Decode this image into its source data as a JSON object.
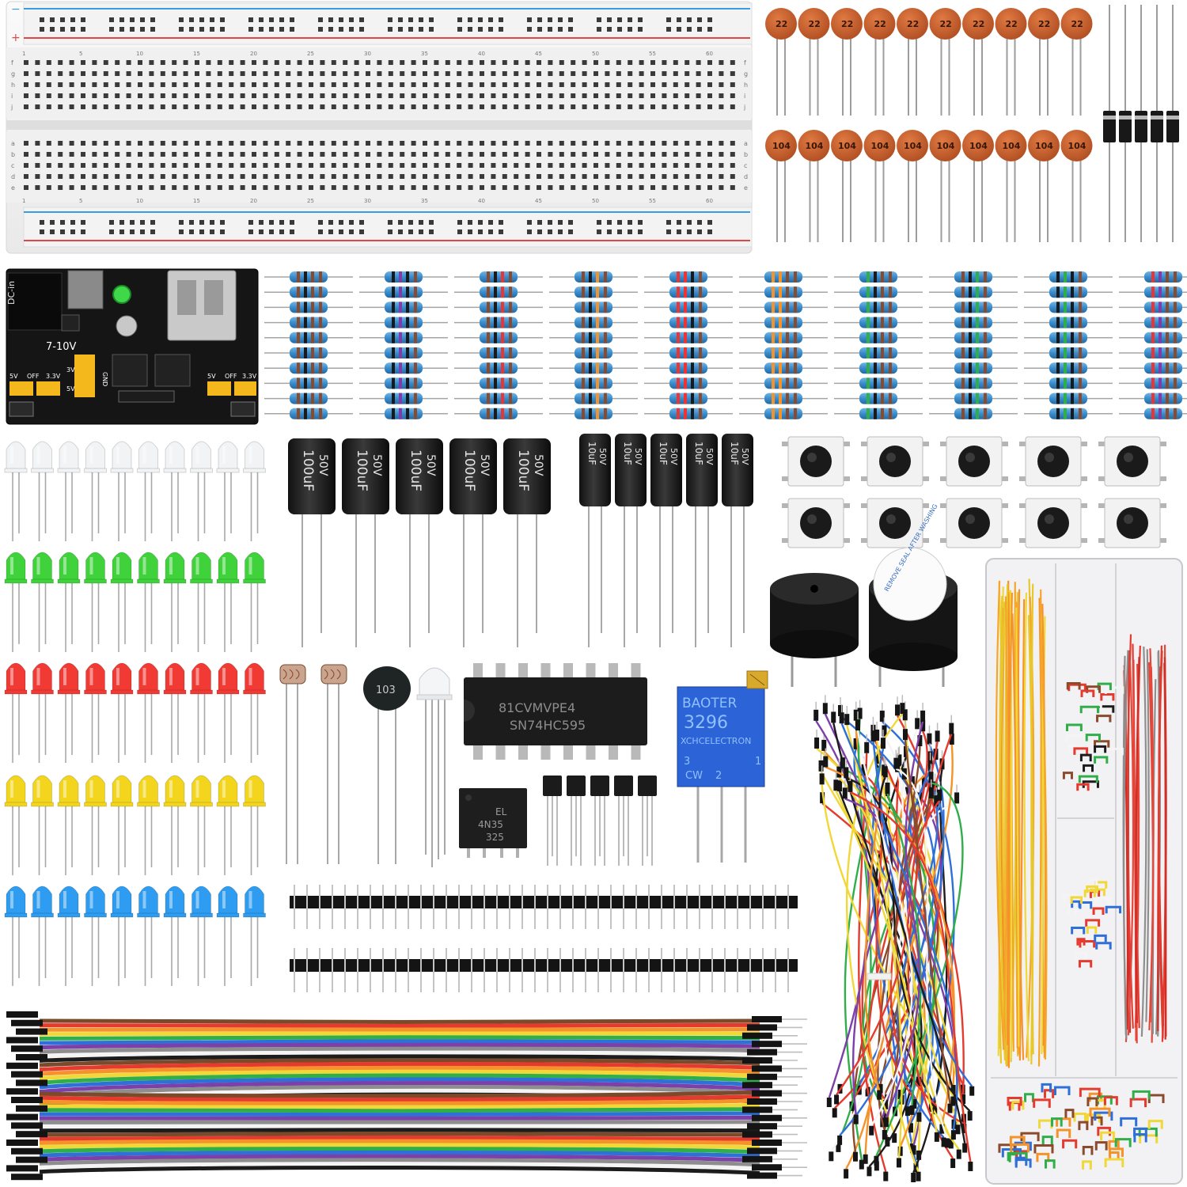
{
  "scene": {
    "title": "Electronics starter kit components"
  },
  "breadboard": {
    "rail_plus": "+",
    "rail_minus": "−",
    "row_letters_top": [
      "f",
      "g",
      "h",
      "i",
      "j"
    ],
    "row_letters_bottom": [
      "a",
      "b",
      "c",
      "d",
      "e"
    ],
    "column_numbers": [
      "1",
      "5",
      "10",
      "15",
      "20",
      "25",
      "30",
      "35",
      "40",
      "45",
      "50",
      "55",
      "60"
    ]
  },
  "capacitors_ceramic": {
    "top_label": "22",
    "bottom_label": "104",
    "count_per_row": 10
  },
  "power_module": {
    "dc_in": "DC-in",
    "voltage": "7-10V",
    "rail_5v": "5V",
    "off": "OFF",
    "rail_3v3": "3.3V",
    "gnd": "GND",
    "v3": "3V",
    "v5": "5V"
  },
  "electrolytic_large": {
    "value": "100uF",
    "voltage": "50V",
    "count": 5
  },
  "electrolytic_small": {
    "value": "10uF",
    "voltage": "50V",
    "count": 5
  },
  "thermistor": {
    "label": "103"
  },
  "shift_register": {
    "line1": "81CVMVPE4",
    "line2": "SN74HC595"
  },
  "optocoupler": {
    "line1": "EL",
    "line2": "4N35",
    "line3": "325"
  },
  "potentiometer": {
    "brand": "BAOTER",
    "model": "3296",
    "maker": "XCHCELECTRON",
    "pin3": "3",
    "pin1": "1",
    "cw": "CW",
    "pin2": "2"
  },
  "buzzer": {
    "sticker": "REMOVE SEAL AFTER WASHING"
  },
  "led_colors": {
    "white": "#f1f3f5",
    "green": "#3fd23a",
    "red": "#f23a35",
    "yellow": "#f2d51c",
    "blue": "#2e9cf0"
  },
  "ribbon_colors": [
    "#7a4a2a",
    "#e53a2e",
    "#f5922a",
    "#f0d838",
    "#2fae4a",
    "#2f6fd8",
    "#7d3fa8",
    "#8e8e8e",
    "#f4f4f4",
    "#1c1c1c"
  ]
}
